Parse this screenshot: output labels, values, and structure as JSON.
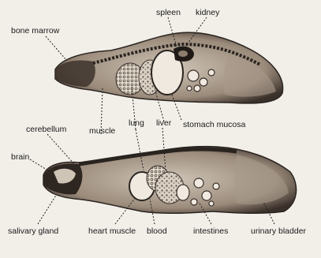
{
  "labels": {
    "bone_marrow": "bone marrow",
    "spleen": "spleen",
    "kidney": "kidney",
    "cerebellum": "cerebellum",
    "muscle": "muscle",
    "lung": "lung",
    "liver": "liver",
    "stomach_mucosa": "stomach mucosa",
    "brain": "brain",
    "salivary_gland": "salivary gland",
    "heart_muscle": "heart muscle",
    "blood": "blood",
    "intestines": "intestines",
    "urinary_bladder": "urinary bladder"
  },
  "colors": {
    "background": "#f2efe9",
    "tissue_dark": "#2a2420",
    "tissue_mid": "#7a6a5c",
    "tissue_light": "#d8cfc2",
    "organ_pale": "#efe9df",
    "leader_line": "#222222"
  }
}
